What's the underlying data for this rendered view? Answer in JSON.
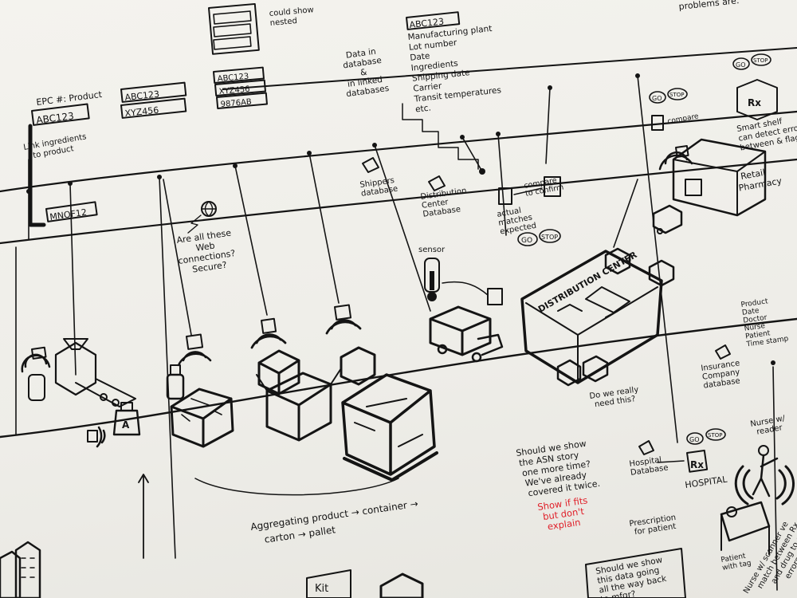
{
  "tags": {
    "epc_label": "EPC #: Product",
    "epc_value": "ABC123",
    "top_tag": "ABC123",
    "pair_a": "ABC123",
    "pair_b": "XYZ456",
    "nested_a": "ABC123",
    "nested_b": "XYZ456",
    "nested_c": "9876AB",
    "ingredient_tag": "MNOF12"
  },
  "notes": {
    "could_show_nested": [
      "could show",
      "nested"
    ],
    "data_in_database": [
      "Data in",
      "database",
      "&",
      "in linked",
      "databases"
    ],
    "link_ingredients": [
      "Link ingredients",
      "to product"
    ],
    "web_connections": [
      "Are all these",
      "Web",
      "connections?",
      "Secure?"
    ],
    "sensor": "sensor",
    "shippers_db": [
      "Shippers",
      "database"
    ],
    "distribution_db": [
      "Distribution",
      "Center",
      "Database"
    ],
    "compare": [
      "compare",
      "to confirm"
    ],
    "actual_matches": [
      "actual",
      "matches",
      "expected"
    ],
    "distribution_center": "DISTRIBUTION CENTER",
    "do_we_need": [
      "Do we really",
      "need this?"
    ],
    "retail_pharmacy": [
      "Retail",
      "Pharmacy"
    ],
    "smart_shelf": [
      "Smart shelf",
      "can detect error",
      "between & flag"
    ],
    "insurance_db": [
      "Insurance",
      "Company",
      "database"
    ],
    "hospital_db": [
      "Hospital",
      "Database"
    ],
    "hospital": "HOSPITAL",
    "rx": "Rx",
    "prescription": [
      "Prescription",
      "for patient"
    ],
    "nurse_reader": [
      "Nurse w/",
      "reader"
    ],
    "patient_tag": [
      "Patient",
      "with tag"
    ],
    "nurse_scanner": [
      "Nurse w/ scanner ve",
      "match between Rx",
      "and drug to elimi",
      "errors."
    ],
    "asn_story": [
      "Should we show",
      "the ASN story",
      "one more time?",
      "We've already",
      "covered it twice."
    ],
    "show_if_fits": [
      "Show if fits",
      "but don't",
      "explain"
    ],
    "aggregating": [
      "Aggregating product → container →",
      "carton → pallet"
    ],
    "kit": "Kit",
    "show_data_back": [
      "Should we show",
      "this data going",
      "all the way back",
      "to mfgr?"
    ],
    "problems": "problems are:",
    "go": "GO",
    "stop": "STOP"
  },
  "record_fields": [
    "Manufacturing plant",
    "Lot number",
    "Date",
    "Ingredients",
    "Shipping date",
    "Carrier",
    "Transit temperatures",
    "etc."
  ],
  "insurance_fields": [
    "Product",
    "Date",
    "Doctor",
    "Nurse",
    "Patient",
    "Time stamp"
  ],
  "colors": {
    "ink": "#141414",
    "note_red": "#e0202a",
    "paper": "#f2f1ec"
  }
}
